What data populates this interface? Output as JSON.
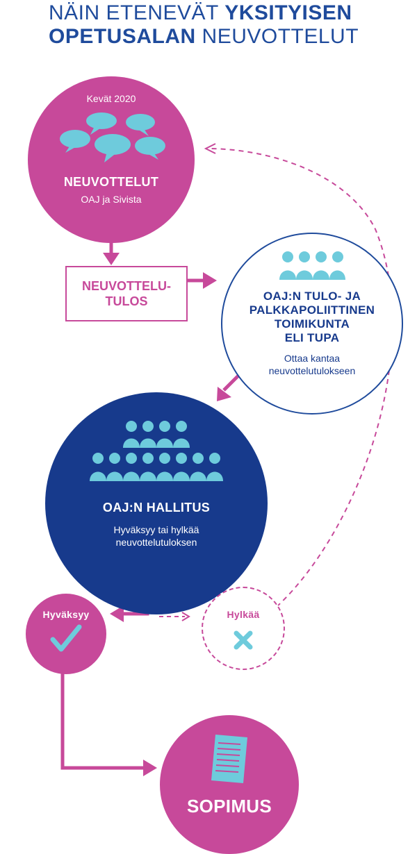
{
  "title": {
    "line1_regular": "Näin etenevät",
    "line1_bold": "yksityisen",
    "line2_bold": "opetusalan",
    "line2_regular": "neuvottelut"
  },
  "neuvottelut": {
    "date": "Kevät 2020",
    "heading": "NEUVOTTELUT",
    "parties": "OAJ ja Sivista"
  },
  "neuvottelutulos_box": {
    "label": "NEUVOTTELU-\nTULOS"
  },
  "tupa": {
    "heading_lines": [
      "OAJ:N TULO- JA",
      "PALKKAPOLIITTINEN",
      "TOIMIKUNTA",
      "ELI TUPA"
    ],
    "description": "Ottaa kantaa neuvottelutulokseen"
  },
  "hallitus": {
    "heading": "OAJ:N HALLITUS",
    "description": "Hyväksyy tai hylkää neuvottelutuloksen"
  },
  "hyvaksyy": {
    "label": "Hyväksyy"
  },
  "hylkaa": {
    "label": "Hylkää"
  },
  "sopimus": {
    "label": "SOPIMUS"
  },
  "colors": {
    "magenta": "#c7499a",
    "navy": "#173a8c",
    "light_blue": "#6ecbdc",
    "title_blue": "#1f4b9c"
  },
  "icons": {
    "neuvottelut": "speech-bubbles-icon",
    "tupa": "people-group-icon",
    "hallitus": "people-group-icon",
    "hyvaksyy": "checkmark-icon",
    "hylkaa": "cross-icon",
    "sopimus": "document-icon"
  }
}
